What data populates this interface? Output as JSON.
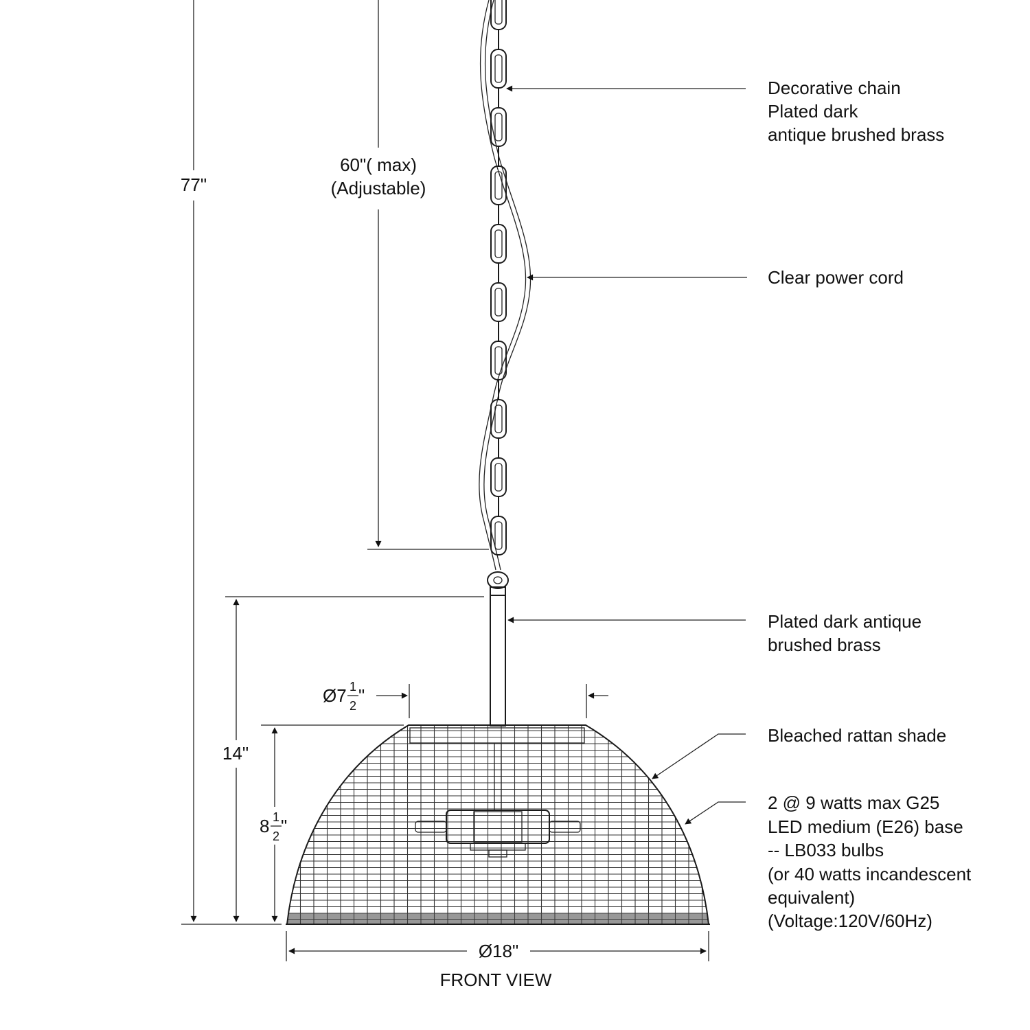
{
  "view_title": "FRONT VIEW",
  "dimensions": {
    "overall_height": "77\"",
    "chain_length": "60\"( max)",
    "chain_note": "(Adjustable)",
    "fixture_height": "14\"",
    "shade_height_whole": "8",
    "shade_height_num": "1",
    "shade_height_den": "2",
    "inch_mark": "\"",
    "top_diameter_whole": "Ø7",
    "top_diameter_num": "1",
    "top_diameter_den": "2",
    "bottom_diameter": "Ø18\""
  },
  "callouts": {
    "chain": [
      "Decorative chain",
      "Plated dark",
      "antique brushed brass"
    ],
    "cord": [
      "Clear power cord"
    ],
    "stem": [
      "Plated dark antique",
      "brushed brass"
    ],
    "shade": [
      "Bleached rattan shade"
    ],
    "bulbs": [
      "2 @ 9 watts max G25",
      "LED medium (E26) base",
      "-- LB033 bulbs",
      "(or 40 watts incandescent",
      "equivalent)",
      "(Voltage:120V/60Hz)"
    ]
  }
}
